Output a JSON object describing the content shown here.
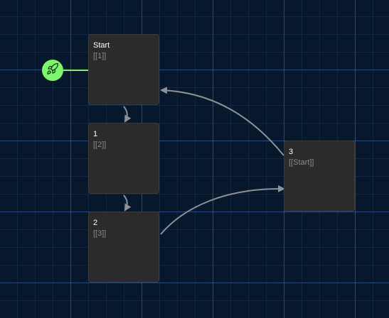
{
  "story_map": {
    "passages": [
      {
        "id": "start",
        "name": "Start",
        "excerpt": "[[1]]",
        "is_start": true
      },
      {
        "id": "p1",
        "name": "1",
        "excerpt": "[[2]]"
      },
      {
        "id": "p2",
        "name": "2",
        "excerpt": "[[3]]"
      },
      {
        "id": "p3",
        "name": "3",
        "excerpt": "[[Start]]"
      }
    ],
    "links": [
      {
        "from": "start",
        "to": "p1"
      },
      {
        "from": "p1",
        "to": "p2"
      },
      {
        "from": "p2",
        "to": "p3"
      },
      {
        "from": "p3",
        "to": "start"
      }
    ],
    "start_badge_icon": "rocket-icon",
    "colors": {
      "grid_background": "#07182c",
      "passage_fill": "#2b2b2b",
      "start_marker": "#7cf76a",
      "link_stroke": "#8d9299"
    }
  }
}
